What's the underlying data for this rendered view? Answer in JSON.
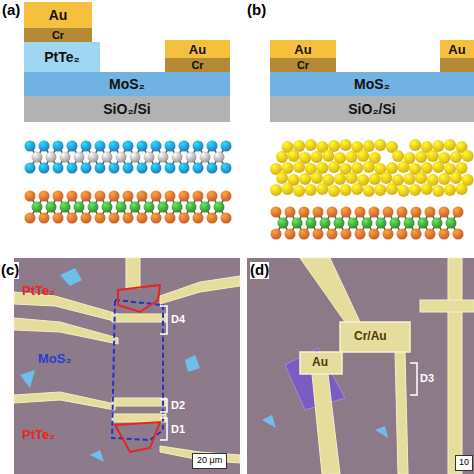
{
  "diagram": {
    "nodes": [
      {
        "text": [
          "Au"
        ]
      },
      {
        "text": [
          "Cr"
        ]
      },
      {
        "text": [
          "PtTe₂"
        ]
      },
      {
        "text": [
          "Au"
        ]
      },
      {
        "text": [
          "Cr"
        ]
      },
      {
        "text": [
          "MoS₂"
        ]
      },
      {
        "text": [
          "SiO₂/Si"
        ]
      },
      {
        "text": [
          "Au"
        ]
      },
      {
        "text": [
          "Cr"
        ]
      },
      {
        "text": [
          "Au"
        ]
      },
      {
        "text": [
          "MoS₂"
        ]
      },
      {
        "text": [
          "SiO₂/Si"
        ]
      }
    ],
    "labels": [
      "(a)",
      "(b)",
      "(c)",
      "(d)",
      "PtTe₂",
      "MoS₂",
      "D4",
      "D2",
      "D1",
      "PtTe₂",
      "20 μm",
      "Cr/Au",
      "Au",
      "D3",
      "10"
    ]
  }
}
